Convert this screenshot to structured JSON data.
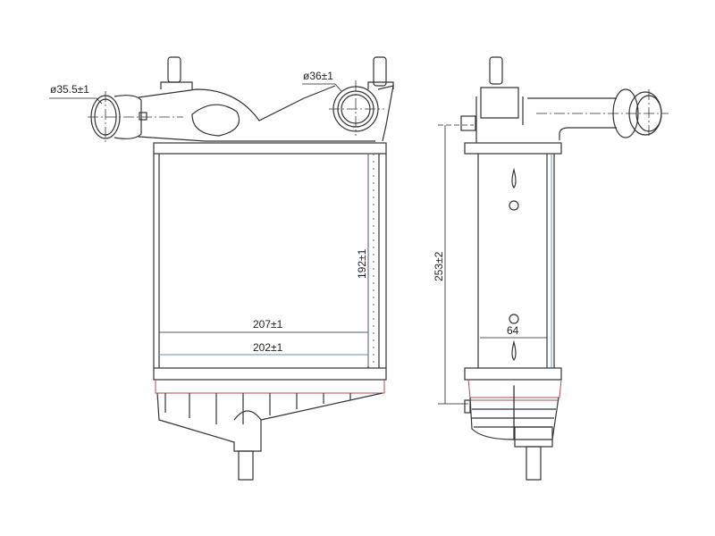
{
  "dimensions": {
    "inlet_diameter": "ø35.5±1",
    "outlet_diameter": "ø36±1",
    "core_height": "192±1",
    "overall_width": "207±1",
    "core_width": "202±1",
    "overall_height": "253±2",
    "depth": "64"
  },
  "colors": {
    "line": "#333333",
    "dimension_blue": "#6a8fb8",
    "tank_red": "#b04a5a"
  }
}
